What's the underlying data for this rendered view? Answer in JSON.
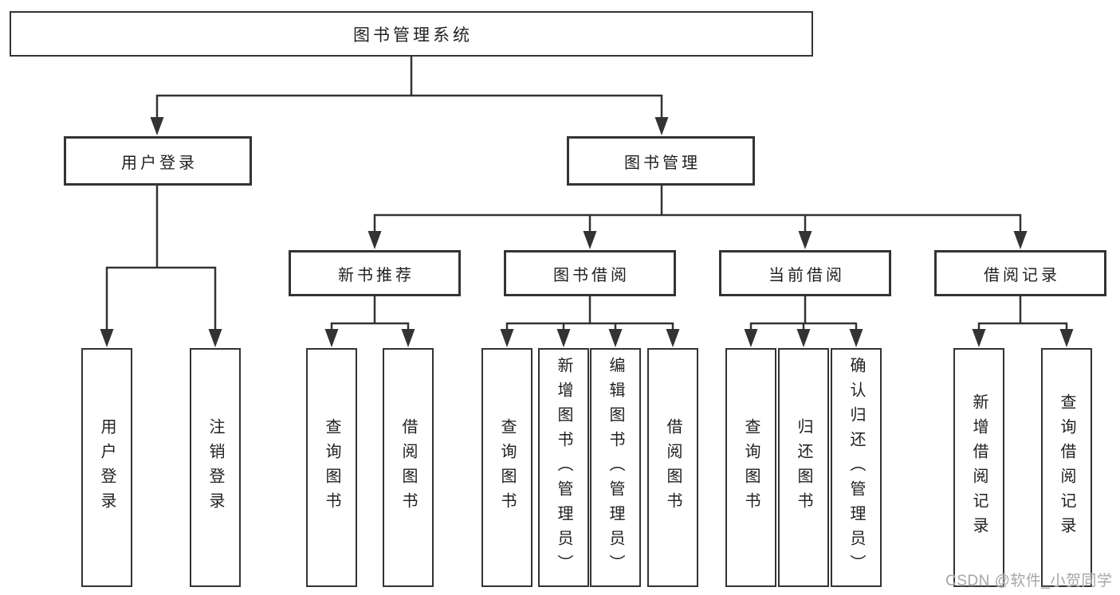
{
  "tree": {
    "label": "图书管理系统",
    "children": [
      {
        "label": "用户登录",
        "children": [
          {
            "label": "用户登录"
          },
          {
            "label": "注销登录"
          }
        ]
      },
      {
        "label": "图书管理",
        "children": [
          {
            "label": "新书推荐",
            "children": [
              {
                "label": "查询图书"
              },
              {
                "label": "借阅图书"
              }
            ]
          },
          {
            "label": "图书借阅",
            "children": [
              {
                "label": "查询图书"
              },
              {
                "label": "新增图书（管理员）"
              },
              {
                "label": "编辑图书（管理员）"
              },
              {
                "label": "借阅图书"
              }
            ]
          },
          {
            "label": "当前借阅",
            "children": [
              {
                "label": "查询图书"
              },
              {
                "label": "归还图书"
              },
              {
                "label": "确认归还（管理员）"
              }
            ]
          },
          {
            "label": "借阅记录",
            "children": [
              {
                "label": "新增借阅记录"
              },
              {
                "label": "查询借阅记录"
              }
            ]
          }
        ]
      }
    ]
  },
  "watermark": {
    "text": "CSDN @软件_小贺同学"
  },
  "colors": {
    "line": "#333333",
    "box_border": "#333333",
    "text": "#1f1f1f",
    "watermark": "#a6a6a6",
    "background": "#ffffff"
  }
}
